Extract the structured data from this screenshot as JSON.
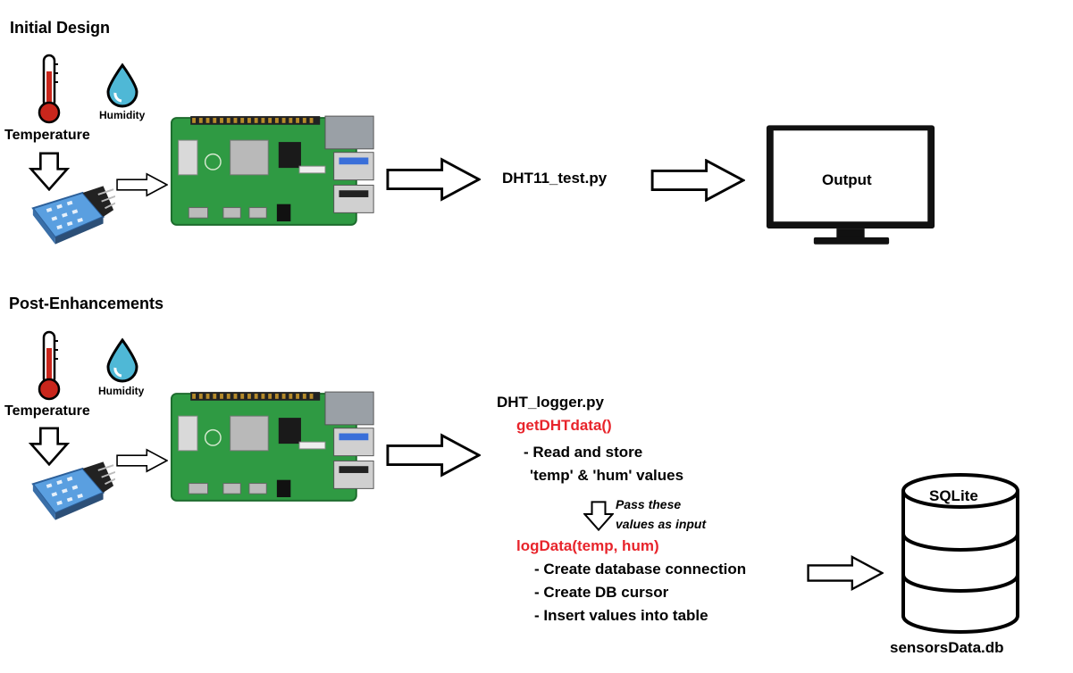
{
  "sections": {
    "initial": {
      "title": "Initial Design"
    },
    "post": {
      "title": "Post-Enhancements"
    }
  },
  "labels": {
    "temperature": "Temperature",
    "humidity": "Humidity"
  },
  "initial": {
    "script": "DHT11_test.py",
    "output": "Output"
  },
  "post": {
    "script": "DHT_logger.py",
    "func1": "getDHTdata()",
    "func1_desc1": "- Read and store",
    "func1_desc2": "'temp' & 'hum' values",
    "pass_note1": "Pass these",
    "pass_note2": "values as input",
    "func2": "logData(temp, hum)",
    "func2_desc1": "- Create database connection",
    "func2_desc2": "- Create DB cursor",
    "func2_desc3": "- Insert values into table",
    "db_name": "SQLite",
    "db_file": "sensorsData.db"
  },
  "colors": {
    "accent_red": "#e8242b",
    "board_green": "#2f9a43",
    "sensor_blue": "#4a90d9",
    "water": "#4fb8d6"
  },
  "icons": [
    "thermometer-icon",
    "water-drop-icon",
    "dht11-sensor-icon",
    "raspberry-pi-board-icon",
    "monitor-icon",
    "database-icon"
  ]
}
